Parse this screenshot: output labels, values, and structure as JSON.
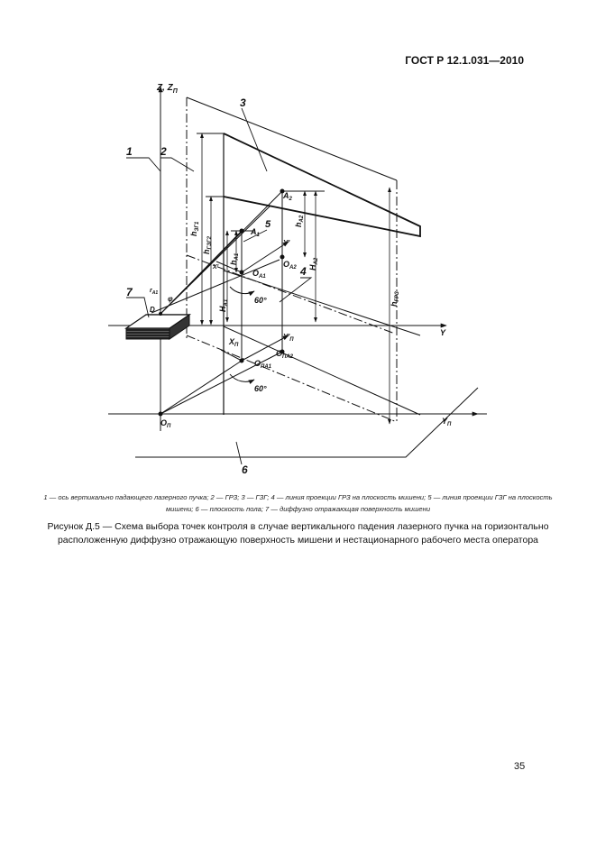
{
  "header": {
    "standard": "ГОСТ Р 12.1.031—2010"
  },
  "figure": {
    "labels": {
      "z_axis": "Z, Z",
      "z_axis_sub": "П",
      "callout_1": "1",
      "callout_2": "2",
      "callout_3": "3",
      "callout_4": "4",
      "callout_5": "5",
      "callout_6": "6",
      "callout_7": "7",
      "point_a2": "A",
      "point_a2_sub": "2",
      "point_a1": "A",
      "point_a1_sub": "1",
      "point_oa1": "O",
      "point_oa1_sub": "A1",
      "point_oa2": "O",
      "point_oa2_sub": "A2",
      "point_opa1": "O",
      "point_opa1_sub": "ПА1",
      "point_opa2": "O",
      "point_opa2_sub": "ПА2",
      "point_op": "O",
      "point_op_sub": "П",
      "point_d": "D",
      "axis_y": "Y",
      "axis_y_prime": "Y'",
      "axis_yp_prime": "Y'",
      "axis_yp_prime_sub": "П",
      "axis_yp": "Y",
      "axis_yp_sub": "П",
      "axis_xp": "X",
      "axis_xp_sub": "П",
      "x_prime": "X'",
      "angle_60_a": "60°",
      "angle_60_b": "60°",
      "phi": "φ",
      "r_label": "r",
      "r_label_sub": "A1",
      "h_gzg1": "h",
      "h_gzg1_sub": "ЗГ1",
      "h_gzg2": "h",
      "h_gzg2_sub": "ГЗГ2",
      "h_a2": "h",
      "h_a2_sub": "A2",
      "h_a1": "h",
      "h_a1_sub": "A1",
      "H_a1": "H",
      "H_a1_sub": "A1",
      "H_a2": "H",
      "H_a2_sub": "A2",
      "h_grz": "h",
      "h_grz_sub": "ГРЗ"
    }
  },
  "legend": {
    "text": "1 — ось вертикально падающего лазерного пучка; 2 — ГРЗ; 3 — ГЗГ; 4 — линия проекции ГРЗ на плоскость мишени; 5 — линия проекции ГЗГ на плоскость мишени; 6 — плоскость пола; 7 — диффузно отражающая поверхность мишени"
  },
  "caption": {
    "text": "Рисунок Д.5 — Схема выбора точек контроля в случае вертикального падения лазерного пучка на горизонтально расположенную диффузно отражающую поверхность мишени и нестационарного рабочего места оператора"
  },
  "page_number": "35"
}
